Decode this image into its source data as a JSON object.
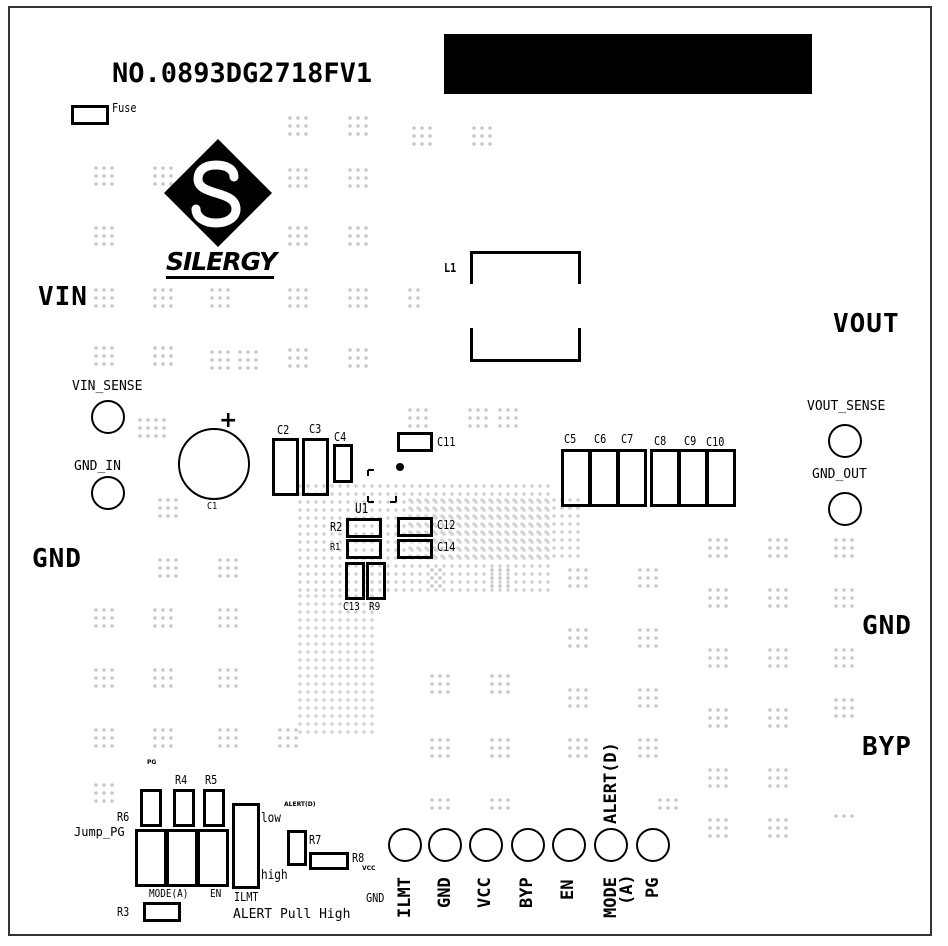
{
  "board_no": "NO.0893DG2718FV1",
  "logo": {
    "name": "SILERGY"
  },
  "connectors": {
    "vin": "VIN",
    "gnd_left": "GND",
    "vout": "VOUT",
    "gnd_right": "GND",
    "byp": "BYP"
  },
  "test_points": {
    "vin_sense": "VIN_SENSE",
    "gnd_in": "GND_IN",
    "vout_sense": "VOUT_SENSE",
    "gnd_out": "GND_OUT"
  },
  "components": {
    "fuse": "Fuse",
    "l1": "L1",
    "c1": "C1",
    "c2": "C2",
    "c3": "C3",
    "c4": "C4",
    "c5": "C5",
    "c6": "C6",
    "c7": "C7",
    "c8": "C8",
    "c9": "C9",
    "c10": "C10",
    "c11": "C11",
    "c12": "C12",
    "c13": "C13",
    "c14": "C14",
    "u1": "U1",
    "r1": "R1",
    "r2": "R2",
    "r3": "R3",
    "r4": "R4",
    "r5": "R5",
    "r6": "R6",
    "r7": "R7",
    "r8": "R8",
    "r9": "R9",
    "plus": "+"
  },
  "jumpers": {
    "pg_small": "PG",
    "jump_pg": "Jump_PG",
    "mode_a": "MODE(A)",
    "en": "EN",
    "ilmt": "ILMT",
    "alert_d_small": "ALERT(D)",
    "low": "low",
    "high": "high",
    "vcc_small": "VCC",
    "alert_pull_high": "ALERT Pull High",
    "gnd": "GND"
  },
  "header_pins": [
    "ILMT",
    "GND",
    "VCC",
    "BYP",
    "EN",
    "MODE\n(A)",
    "PG"
  ],
  "header_pin_mode_line1": "MODE",
  "header_pin_mode_line2": "(A)",
  "alert_d_label": "ALERT(D)"
}
